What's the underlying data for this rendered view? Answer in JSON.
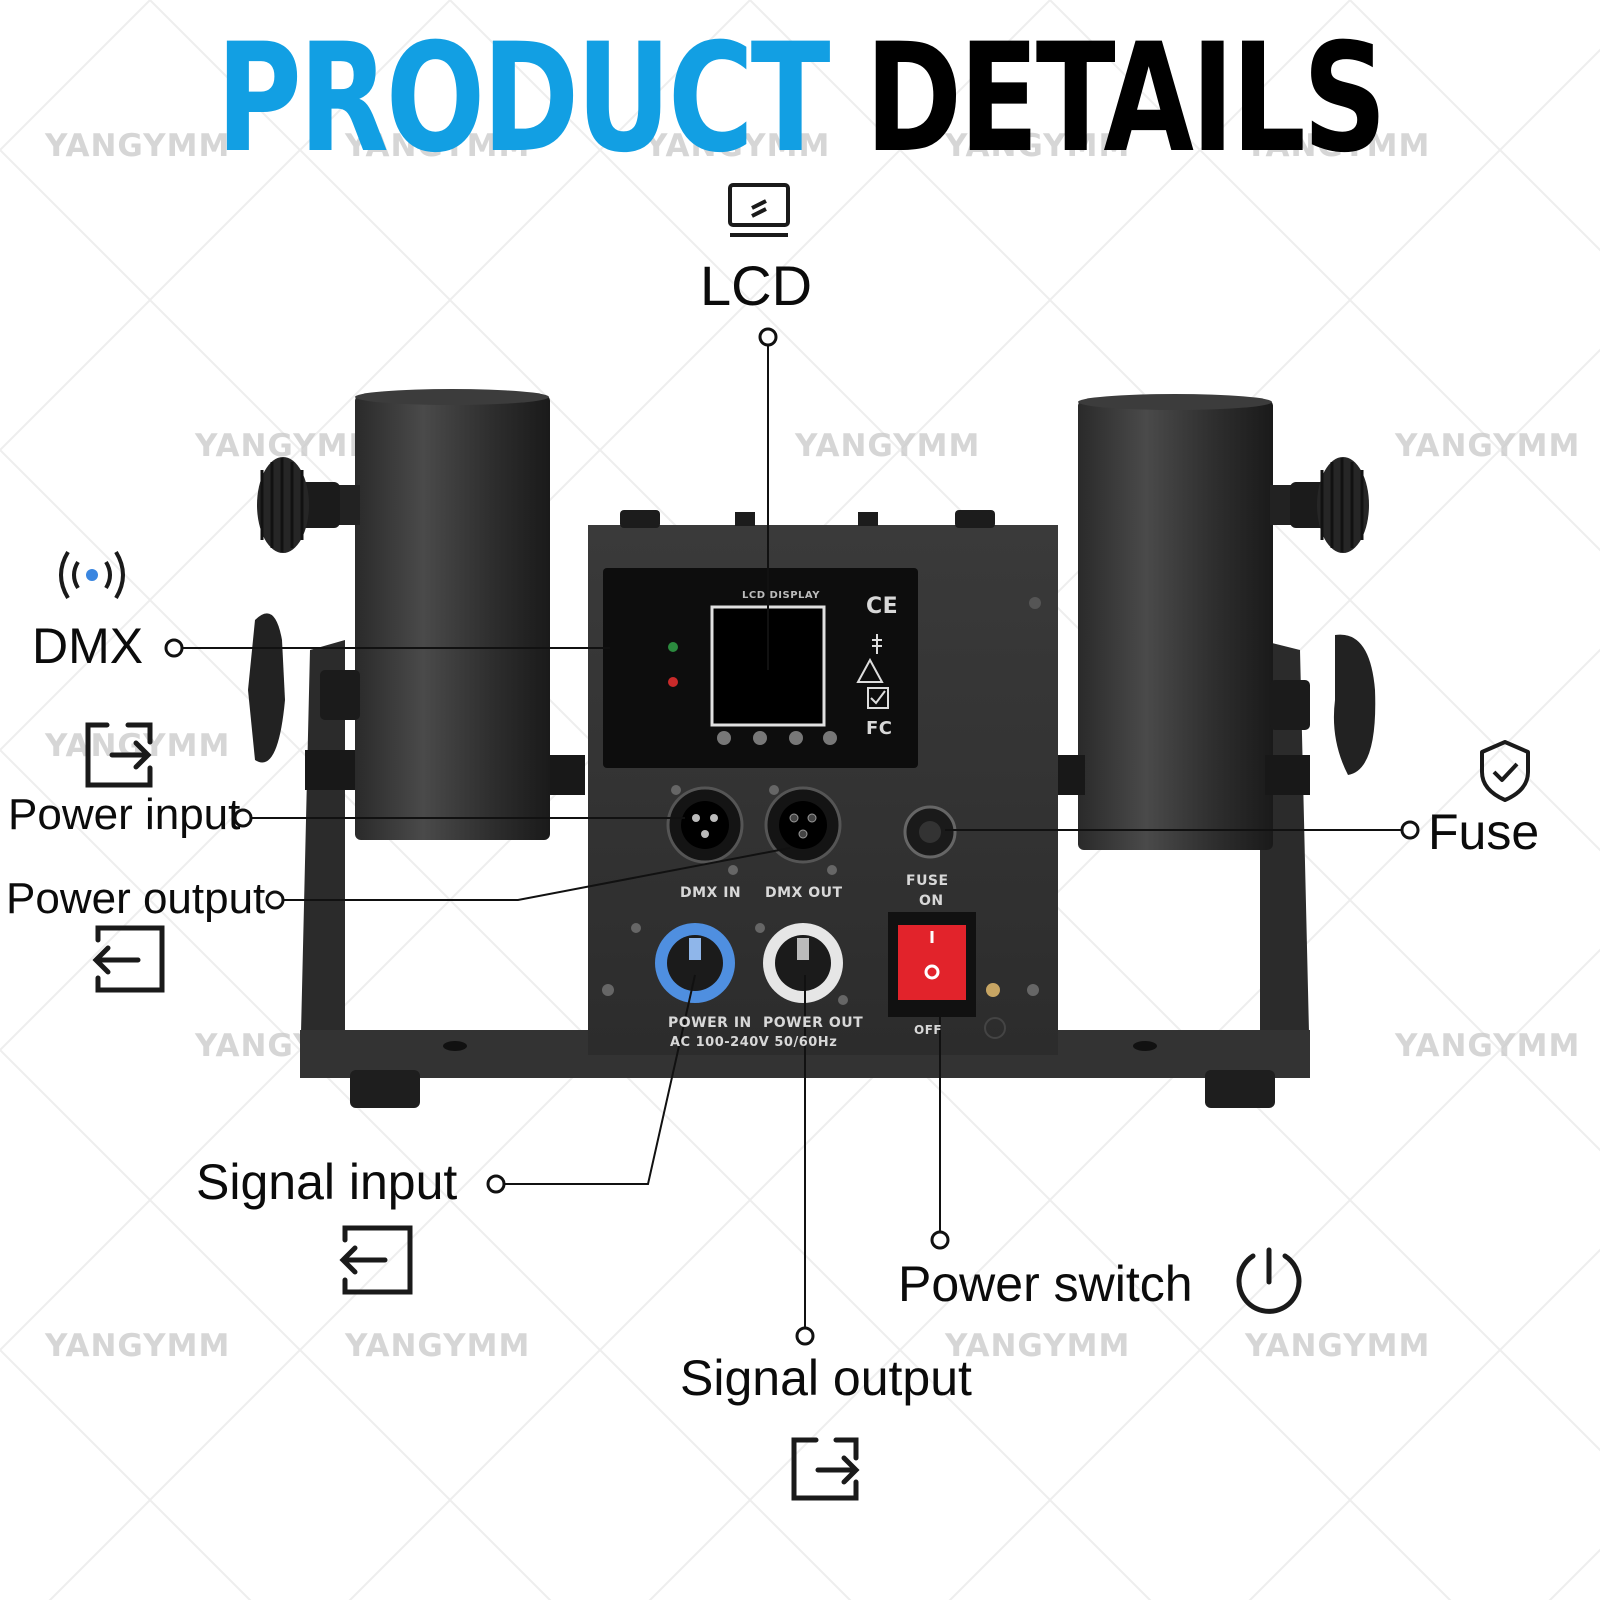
{
  "title": {
    "part1": "PRODUCT",
    "part2": "DETAILS"
  },
  "colors": {
    "title_blue": "#129fe3",
    "title_black": "#000000",
    "switch_red": "#e2232b",
    "powercon_blue": "#4f8fe0",
    "dmx_dot": "#3a86e0"
  },
  "watermark": "YANGYMM",
  "labels": {
    "lcd": "LCD",
    "dmx": "DMX",
    "power_input": "Power input",
    "power_output": "Power output",
    "fuse": "Fuse",
    "signal_input": "Signal input",
    "power_switch": "Power switch",
    "signal_output": "Signal output"
  },
  "panel": {
    "lcd_display": "LCD DISPLAY",
    "dmx_in": "DMX IN",
    "dmx_out": "DMX OUT",
    "fuse": "FUSE",
    "on": "ON",
    "off": "OFF",
    "power_in": "POWER IN",
    "power_out": "POWER OUT",
    "voltage": "AC 100-240V 50/60Hz",
    "ce": "CE",
    "fc": "FC"
  },
  "icons": [
    "monitor-icon",
    "wireless-signal-icon",
    "enter-icon",
    "exit-icon",
    "shield-check-icon",
    "power-icon"
  ]
}
